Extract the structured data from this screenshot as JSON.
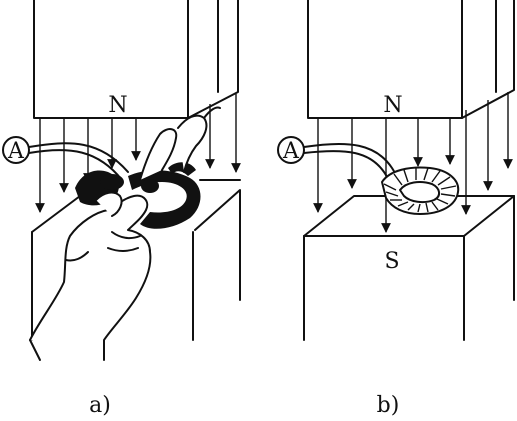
{
  "panels": [
    {
      "caption": "a)",
      "top_pole": "N",
      "meter_symbol": "A"
    },
    {
      "caption": "b)",
      "top_pole": "N",
      "bottom_pole": "S",
      "meter_symbol": "A"
    }
  ],
  "icons": [
    "hand-icon",
    "flux-arrow-icon",
    "ammeter-icon",
    "probe-coil-icon"
  ]
}
